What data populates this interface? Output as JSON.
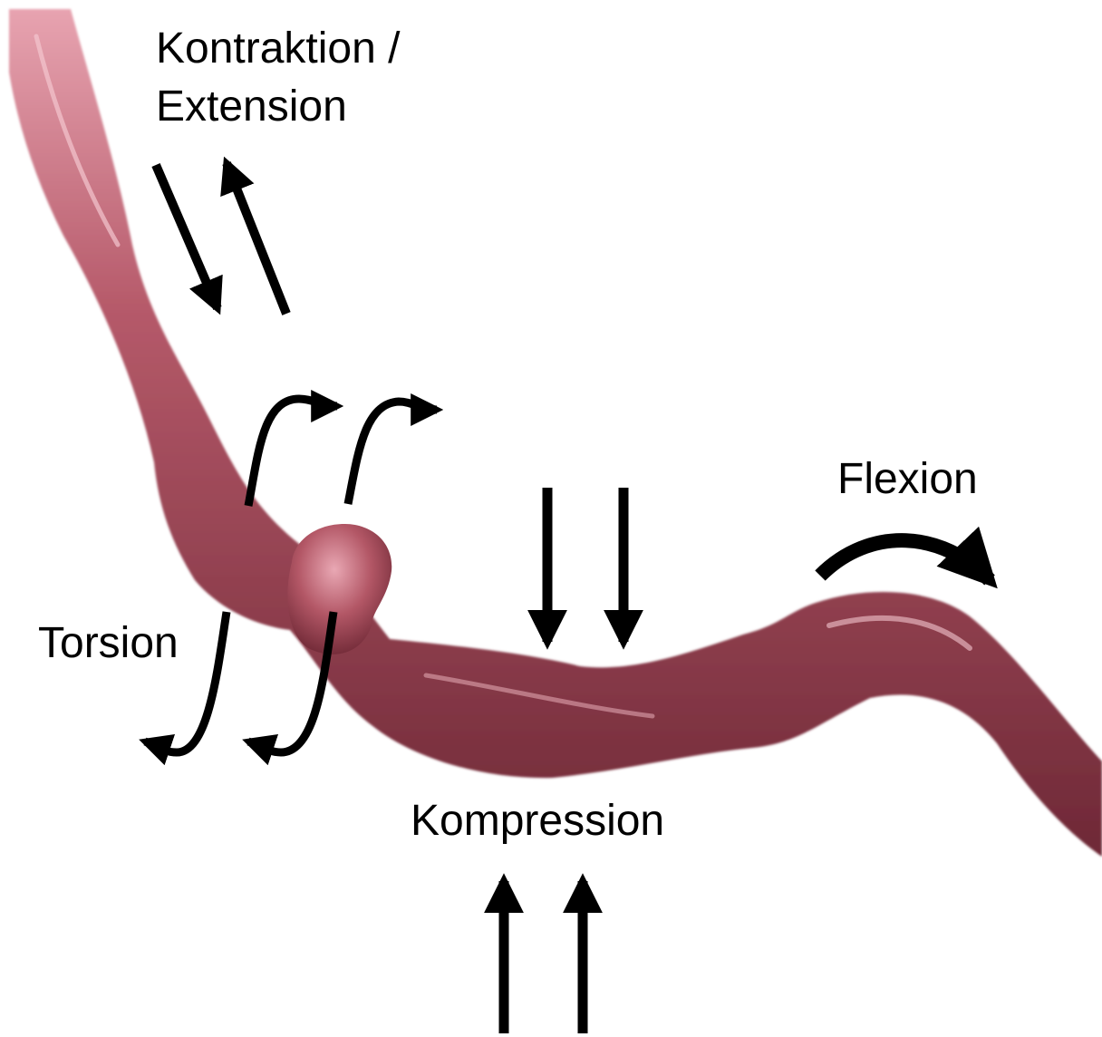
{
  "labels": {
    "contraction_line1": "Kontraktion /",
    "contraction_line2": "Extension",
    "flexion": "Flexion",
    "torsion": "Torsion",
    "compression": "Kompression"
  },
  "colors": {
    "vessel_base": "#b65a6a",
    "vessel_dark": "#6e2836",
    "vessel_light": "#e7a3b0",
    "arrow": "#000000",
    "background": "#ffffff"
  },
  "icons": {
    "contraction_extension": "double-arrow-diagonal-icon",
    "torsion": "rotation-arrows-icon",
    "compression": "opposing-arrows-icon",
    "flexion": "curved-arrow-icon"
  }
}
